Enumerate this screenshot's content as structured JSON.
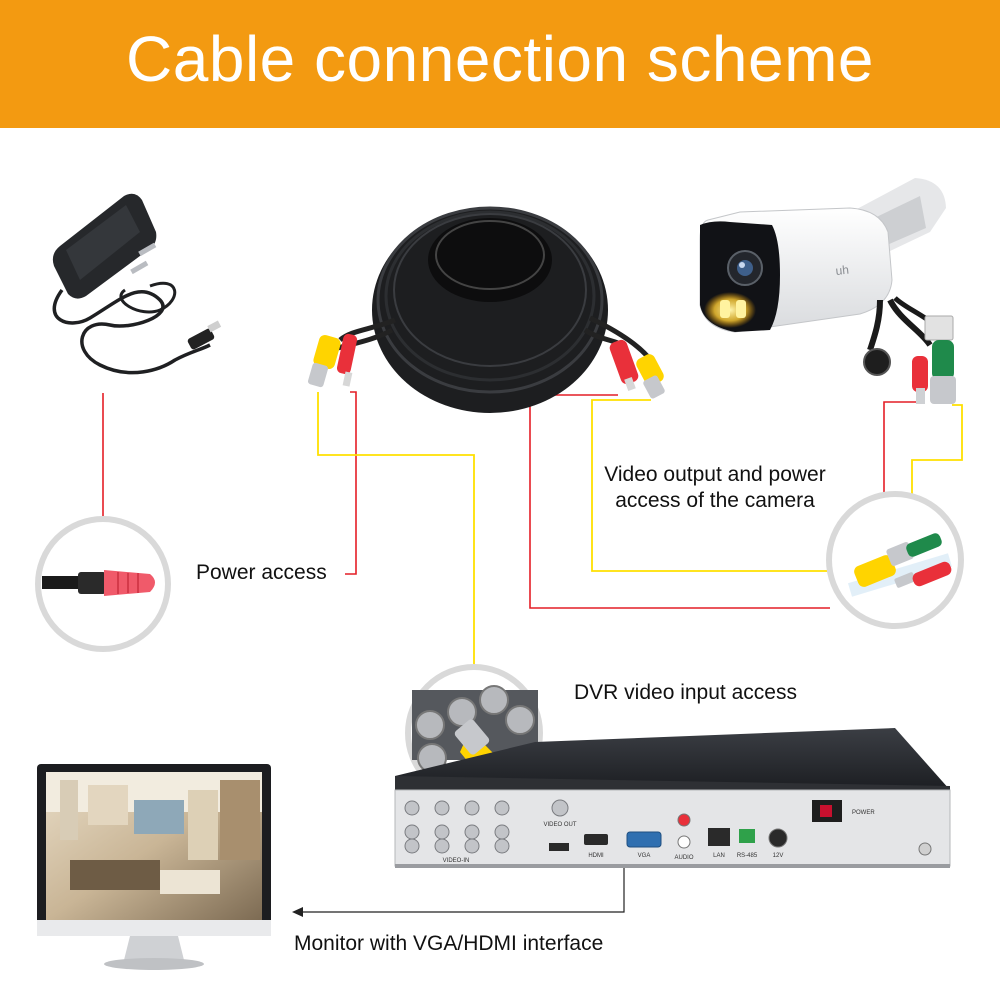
{
  "title": "Cable connection scheme",
  "labels": {
    "power_access": "Power access",
    "camera_output": "Video output and power access of the camera",
    "dvr_input": "DVR video input access",
    "monitor": "Monitor with VGA/HDMI interface"
  },
  "dvr_panel": {
    "video_in": "VIDEO-IN",
    "video_out": "VIDEO OUT",
    "hdmi": "HDMI",
    "vga": "VGA",
    "audio": "AUDIO",
    "lan": "LAN",
    "rs485": "RS-485",
    "power_in": "12V",
    "power_switch": "POWER"
  },
  "camera_brand": "uh",
  "colors": {
    "banner": "#f39a11",
    "power_wire": "#e41e26",
    "video_wire": "#ffe000",
    "plug_red": "#e9303a",
    "plug_yellow": "#ffd400"
  }
}
